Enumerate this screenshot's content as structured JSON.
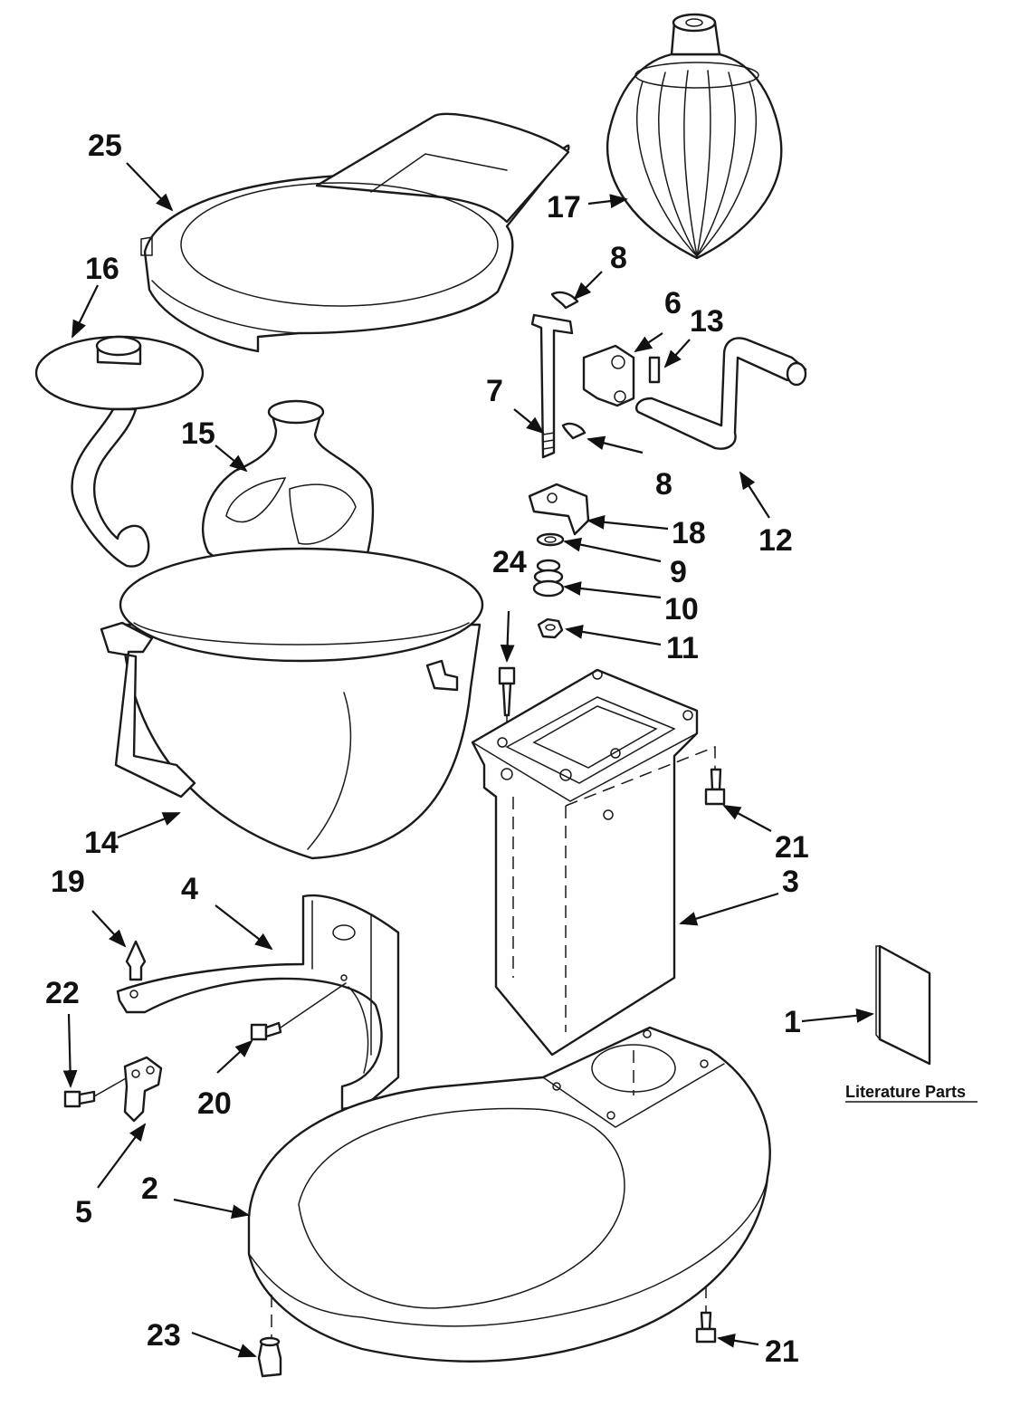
{
  "callouts": {
    "c1": "1",
    "c2": "2",
    "c3": "3",
    "c4": "4",
    "c5": "5",
    "c6": "6",
    "c7": "7",
    "c8a": "8",
    "c8b": "8",
    "c9": "9",
    "c10": "10",
    "c11": "11",
    "c12": "12",
    "c13": "13",
    "c14": "14",
    "c15": "15",
    "c16": "16",
    "c17": "17",
    "c18": "18",
    "c19": "19",
    "c20": "20",
    "c21a": "21",
    "c21b": "21",
    "c22": "22",
    "c23": "23",
    "c24": "24",
    "c25": "25"
  },
  "literature_label": "Literature Parts"
}
